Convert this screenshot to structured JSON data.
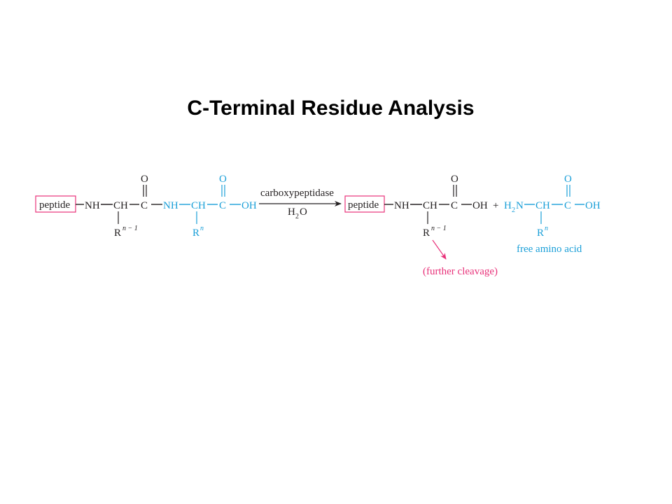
{
  "title": "C-Terminal Residue Analysis",
  "colors": {
    "text": "#231f20",
    "cyan": "#1a9fd8",
    "magenta": "#e8327a",
    "peptide_box": "#e8327a"
  },
  "reaction": {
    "reactant": {
      "peptide": "peptide",
      "nh1": "NH",
      "ch1": "CH",
      "c1": "C",
      "o1": "O",
      "r1": "R",
      "r1_sup": "n − 1",
      "nh2": "NH",
      "ch2": "CH",
      "c2": "C",
      "o2": "O",
      "oh": "OH",
      "r2": "R",
      "r2_sup": "n"
    },
    "arrow": {
      "enzyme": "carboxypeptidase",
      "reagent_h": "H",
      "reagent_sub": "2",
      "reagent_o": "O"
    },
    "product1": {
      "peptide": "peptide",
      "nh": "NH",
      "ch": "CH",
      "c": "C",
      "o": "O",
      "oh": "OH",
      "r": "R",
      "r_sup": "n − 1",
      "note": "(further cleavage)"
    },
    "plus": "+",
    "product2": {
      "h": "H",
      "h_sub": "2",
      "n": "N",
      "ch": "CH",
      "c": "C",
      "o": "O",
      "oh": "OH",
      "r": "R",
      "r_sup": "n",
      "label": "free amino acid"
    }
  }
}
